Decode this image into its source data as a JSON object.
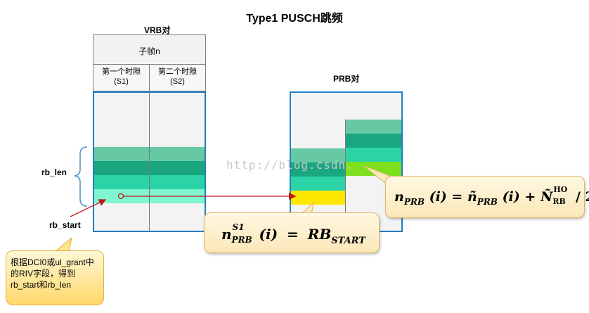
{
  "title": "Type1 PUSCH跳频",
  "vrb": {
    "label": "VRB对",
    "subframe": "子帧n",
    "slot1_line1": "第一个时隙",
    "slot1_line2": "(S1)",
    "slot2_line1": "第二个时隙",
    "slot2_line2": "(S2)"
  },
  "prb": {
    "label": "PRB对"
  },
  "labels": {
    "rb_len": "rb_len",
    "rb_start": "rb_start"
  },
  "callout_dci": {
    "line1": "根据DCI0或ul_grant中",
    "line2": "的RIV字段，得到",
    "line3": "rb_start和rb_len"
  },
  "formula1": {
    "lhs_base": "n",
    "lhs_sup": "S1",
    "lhs_sub": "PRB",
    "arg": "(i)",
    "eq": "=",
    "rhs_base": "RB",
    "rhs_sub": "START"
  },
  "formula2": {
    "lhs_base": "n",
    "lhs_sub": "PRB",
    "arg": "(i)",
    "eq": "=",
    "t_base": "ñ",
    "t_sub": "PRB",
    "t_arg": "(i)",
    "plus": "+",
    "n_base": "Ñ",
    "n_sup": "HO",
    "n_sub": "RB",
    "div": "/ 2"
  },
  "watermark": "http://blog.csdn.",
  "colors": {
    "frame": "#1f7fc4",
    "teal_light": "#66c9a4",
    "teal_dark": "#1aa67e",
    "teal_mid": "#2bd4a6",
    "teal_pale": "#7ff5d0",
    "green": "#7ee01c",
    "yellow": "#ffe600",
    "arrow": "#c0161a"
  }
}
